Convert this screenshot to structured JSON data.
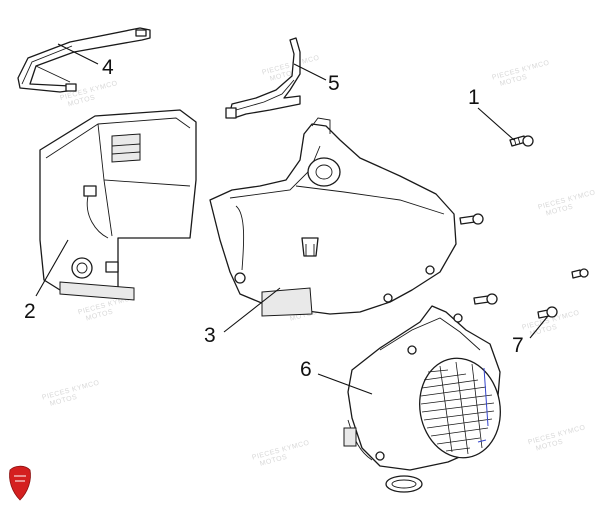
{
  "callouts": [
    {
      "id": "1",
      "label": "1"
    },
    {
      "id": "2",
      "label": "2"
    },
    {
      "id": "3",
      "label": "3"
    },
    {
      "id": "4",
      "label": "4"
    },
    {
      "id": "5",
      "label": "5"
    },
    {
      "id": "6",
      "label": "6"
    },
    {
      "id": "7",
      "label": "7"
    }
  ],
  "watermark": {
    "line1": "PIECES KYMCO",
    "line2": "MOTOS"
  },
  "colors": {
    "line": "#1a1a1a",
    "accent_blue": "#3344cc",
    "logo_red": "#d42020"
  },
  "logo": {
    "name": "brand-shield-logo"
  }
}
